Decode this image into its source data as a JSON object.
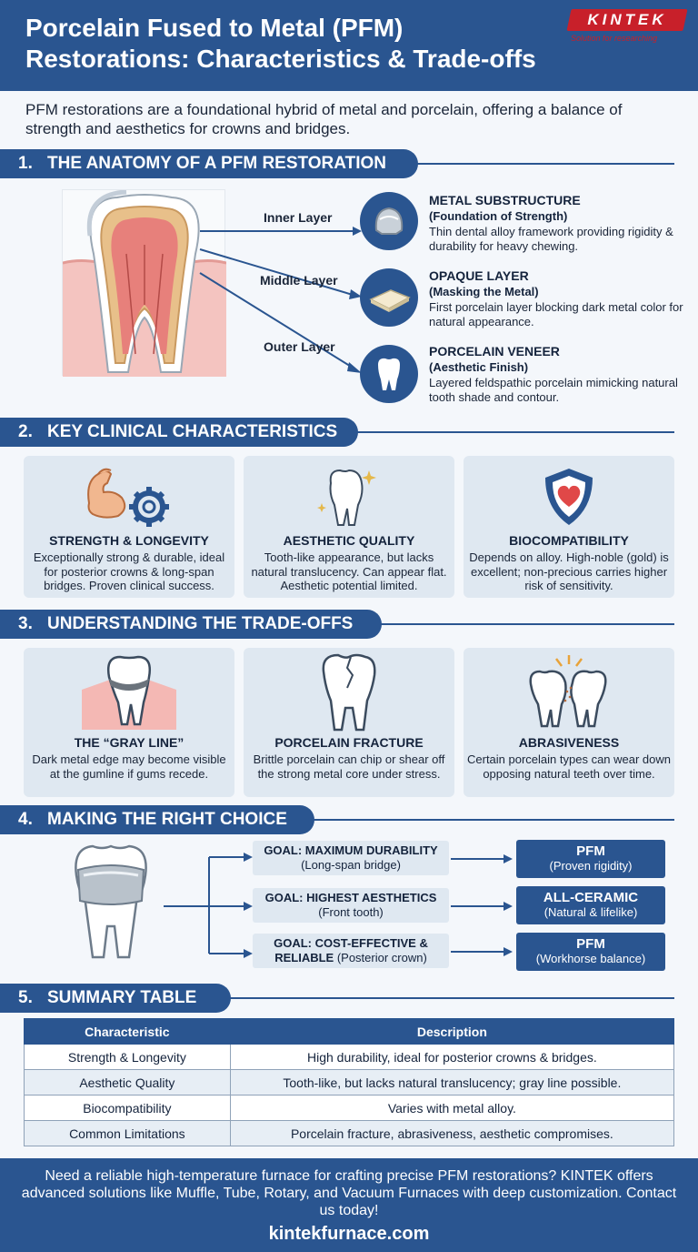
{
  "header": {
    "title_line1": "Porcelain Fused to Metal (PFM)",
    "title_line2": "Restorations: Characteristics & Trade-offs",
    "logo_text": "KINTEK",
    "logo_tagline": "Solution for researching"
  },
  "intro": "PFM restorations are a foundational hybrid of metal and porcelain, offering a balance of strength and aesthetics for crowns and bridges.",
  "sections": [
    {
      "num": "1.",
      "title": "THE ANATOMY OF A PFM RESTORATION"
    },
    {
      "num": "2.",
      "title": "KEY CLINICAL CHARACTERISTICS"
    },
    {
      "num": "3.",
      "title": "UNDERSTANDING THE TRADE-OFFS"
    },
    {
      "num": "4.",
      "title": "MAKING THE RIGHT CHOICE"
    },
    {
      "num": "5.",
      "title": "SUMMARY TABLE"
    }
  ],
  "anatomy": {
    "labels": [
      "Inner Layer",
      "Middle Layer",
      "Outer Layer"
    ],
    "layers": [
      {
        "title": "METAL SUBSTRUCTURE",
        "subtitle": "(Foundation of Strength)",
        "desc": "Thin dental alloy framework providing rigidity & durability for heavy chewing."
      },
      {
        "title": "OPAQUE LAYER",
        "subtitle": "(Masking the Metal)",
        "desc": "First porcelain layer blocking dark metal color for natural appearance."
      },
      {
        "title": "PORCELAIN VENEER",
        "subtitle": "(Aesthetic Finish)",
        "desc": "Layered feldspathic porcelain mimicking natural tooth shade and contour."
      }
    ]
  },
  "characteristics": [
    {
      "title": "STRENGTH & LONGEVITY",
      "desc": "Exceptionally strong & durable, ideal for posterior crowns & long-span bridges. Proven clinical success."
    },
    {
      "title": "AESTHETIC QUALITY",
      "desc": "Tooth-like appearance, but lacks natural translucency. Can appear flat. Aesthetic potential limited."
    },
    {
      "title": "BIOCOMPATIBILITY",
      "desc": "Depends on alloy. High-noble (gold) is excellent; non-precious carries higher risk of sensitivity."
    }
  ],
  "tradeoffs": [
    {
      "title": "THE “GRAY LINE”",
      "desc": "Dark metal edge may become visible at the gumline if gums recede."
    },
    {
      "title": "PORCELAIN FRACTURE",
      "desc": "Brittle porcelain can chip or shear off the strong metal core under stress."
    },
    {
      "title": "ABRASIVENESS",
      "desc": "Certain porcelain types can wear down opposing natural teeth over time."
    }
  ],
  "choices": [
    {
      "goal": "GOAL: MAXIMUM DURABILITY",
      "goal_detail": "(Long-span bridge)",
      "result": "PFM",
      "result_detail": "(Proven rigidity)"
    },
    {
      "goal": "GOAL: HIGHEST AESTHETICS",
      "goal_detail": "(Front tooth)",
      "result": "ALL-CERAMIC",
      "result_detail": "(Natural & lifelike)"
    },
    {
      "goal": "GOAL: COST-EFFECTIVE &",
      "goal_line2": "RELIABLE",
      "goal_detail": "(Posterior crown)",
      "result": "PFM",
      "result_detail": "(Workhorse balance)"
    }
  ],
  "table": {
    "headers": [
      "Characteristic",
      "Description"
    ],
    "rows": [
      [
        "Strength & Longevity",
        "High durability, ideal for posterior crowns & bridges."
      ],
      [
        "Aesthetic Quality",
        "Tooth-like, but lacks natural translucency; gray line possible."
      ],
      [
        "Biocompatibility",
        "Varies with metal alloy."
      ],
      [
        "Common Limitations",
        "Porcelain fracture, abrasiveness, aesthetic compromises."
      ]
    ]
  },
  "footer": {
    "text": "Need a reliable high-temperature furnace for crafting precise PFM restorations? KINTEK offers advanced solutions like Muffle, Tube, Rotary, and Vacuum Furnaces with deep customization. Contact us today!",
    "url": "kintekfurnace.com"
  },
  "colors": {
    "primary": "#2a5590",
    "card": "#dfe8f1",
    "logo_red": "#c8202a",
    "background": "#f4f7fb"
  }
}
